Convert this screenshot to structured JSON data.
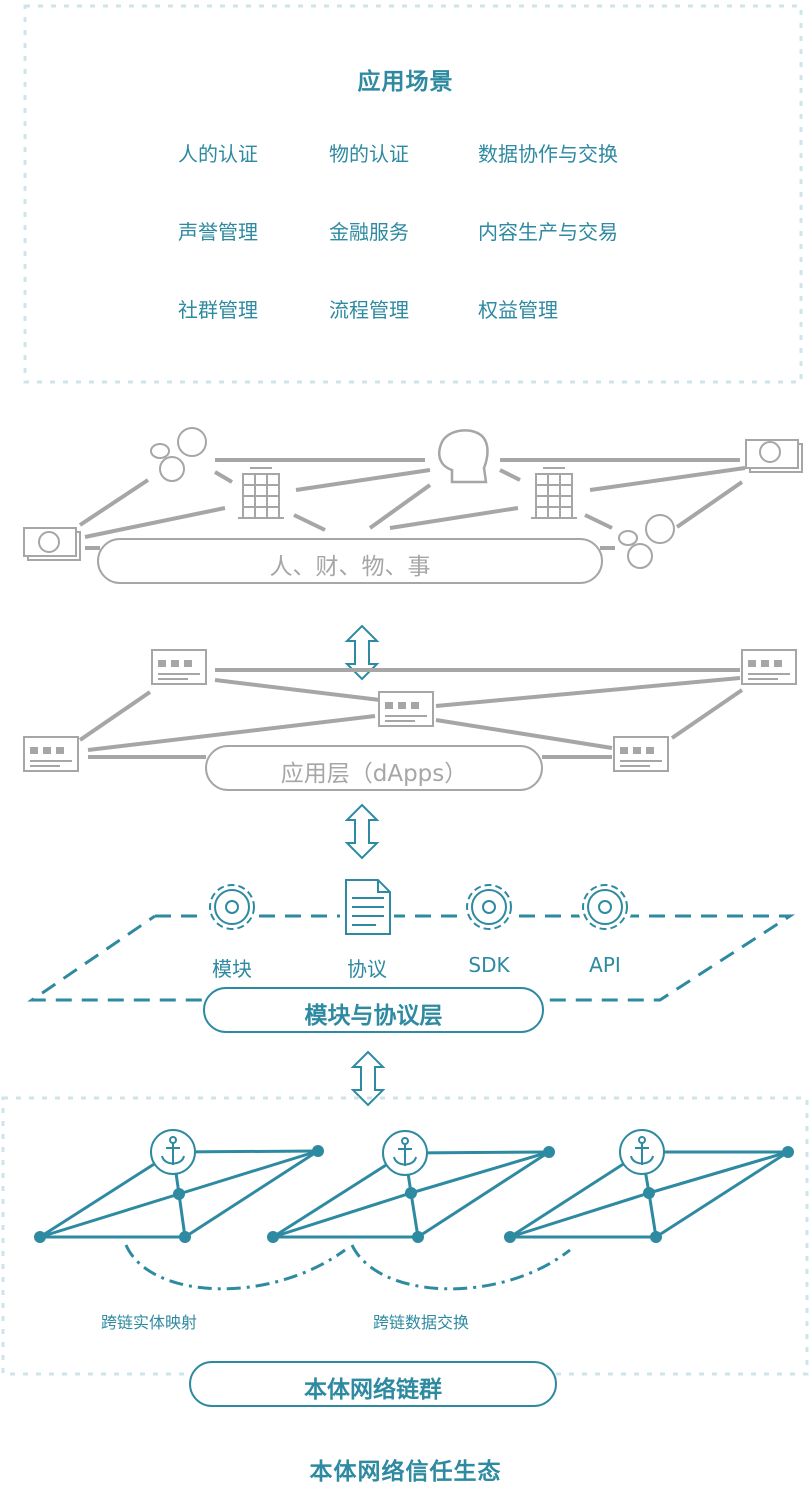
{
  "scenarios": {
    "title": "应用场景",
    "items": [
      "人的认证",
      "物的认证",
      "数据协作与交换",
      "声誉管理",
      "金融服务",
      "内容生产与交易",
      "社群管理",
      "流程管理",
      "权益管理"
    ]
  },
  "assets_layer": {
    "label": "人、财、物、事"
  },
  "app_layer": {
    "label": "应用层（dApps）"
  },
  "module_layer": {
    "label": "模块与协议层",
    "components": [
      "模块",
      "协议",
      "SDK",
      "API"
    ]
  },
  "chain_layer": {
    "label": "本体网络链群",
    "links": [
      "跨链实体映射",
      "跨链数据交换"
    ]
  },
  "footer": {
    "title": "本体网络信任生态"
  },
  "colors": {
    "teal": "#2e8aa1",
    "gray": "#a6a6a6",
    "dashed_light": "#cfe4ea"
  },
  "icons": [
    "coins-icon",
    "building-icon",
    "person-head-icon",
    "banknote-icon",
    "app-window-icon",
    "double-arrow-icon",
    "gear-icon",
    "document-icon",
    "anchor-icon",
    "node-icon"
  ]
}
